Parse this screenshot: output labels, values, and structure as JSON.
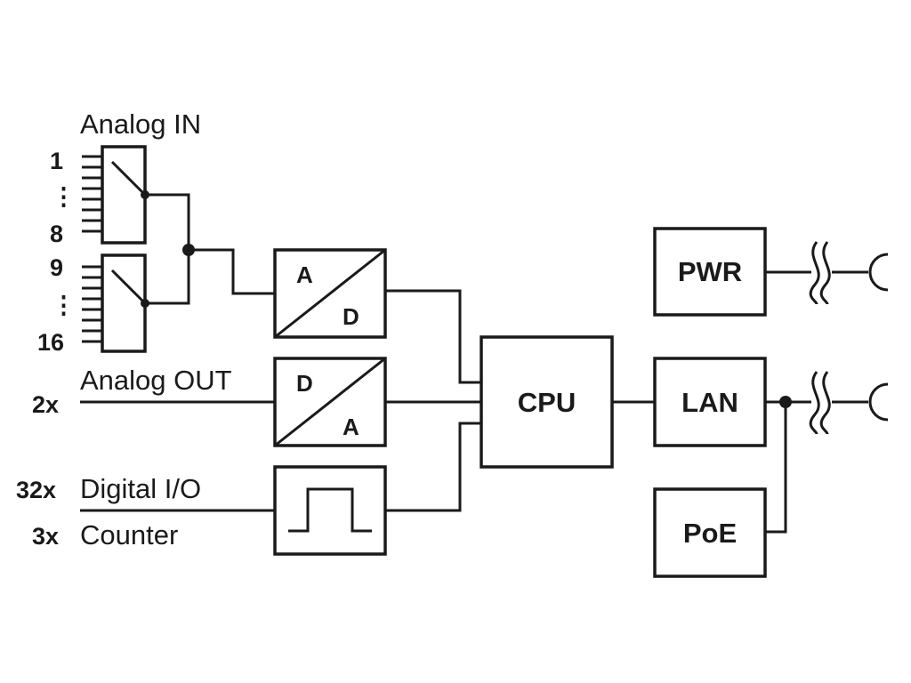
{
  "labels": {
    "analog_in": "Analog IN",
    "analog_out": "Analog OUT",
    "digital_io": "Digital I/O",
    "counter": "Counter"
  },
  "counts": {
    "ch_first": "1",
    "ch_dots_1": "⋮",
    "ch_eight": "8",
    "ch_nine": "9",
    "ch_dots_2": "⋮",
    "ch_sixteen": "16",
    "analog_out": "2x",
    "digital_io": "32x",
    "counter": "3x"
  },
  "blocks": {
    "adc_top": "A",
    "adc_bottom": "D",
    "dac_top": "D",
    "dac_bottom": "A",
    "cpu": "CPU",
    "pwr": "PWR",
    "lan": "LAN",
    "poe": "PoE"
  }
}
